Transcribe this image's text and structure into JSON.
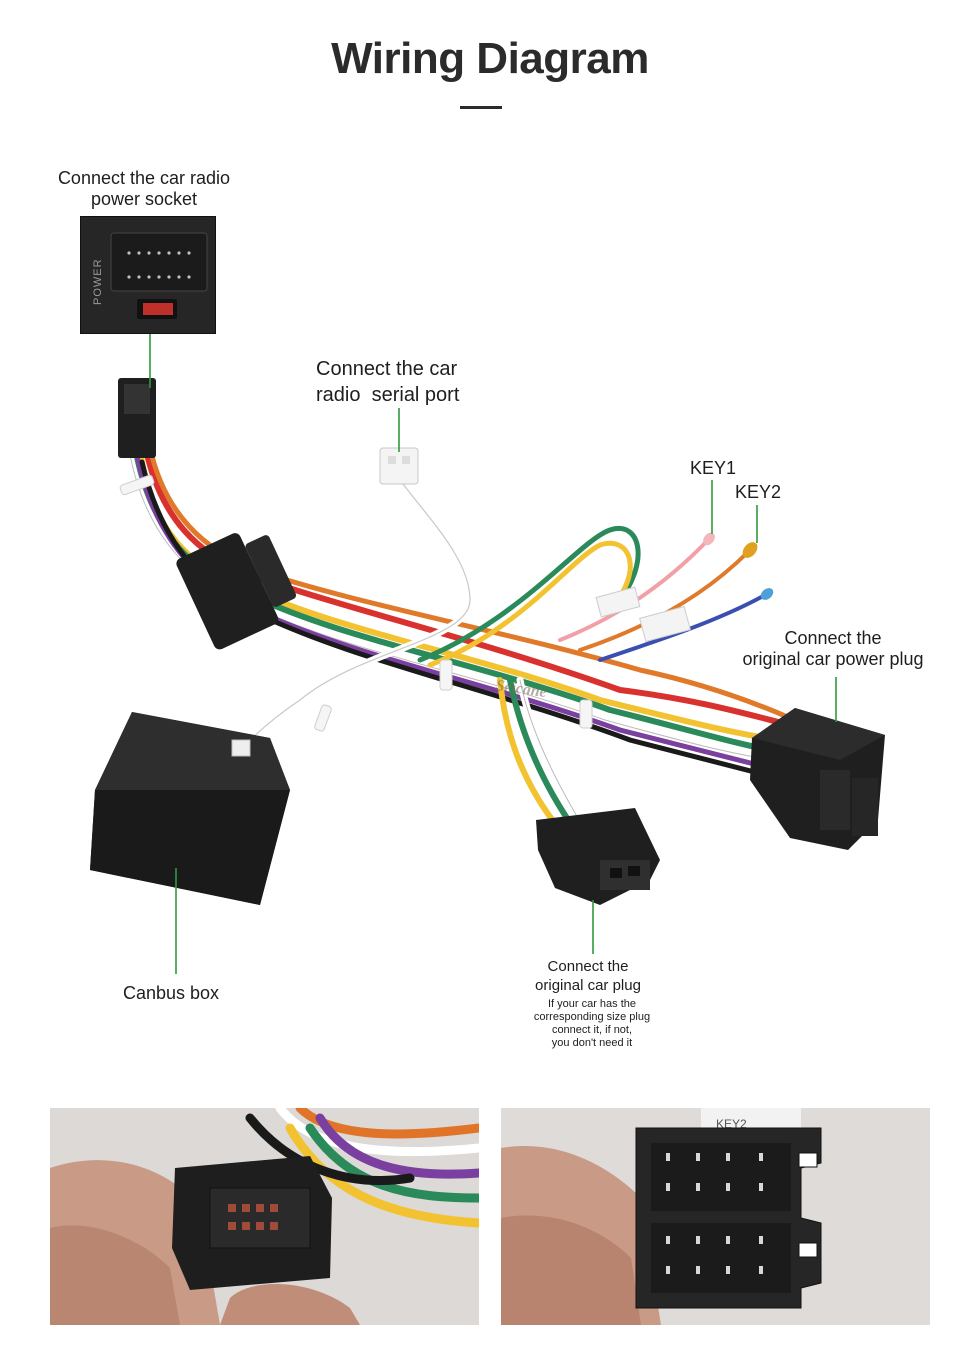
{
  "title": "Wiring Diagram",
  "labels": {
    "power_socket": [
      "Connect the car radio",
      "power socket"
    ],
    "serial_port": [
      "Connect the car",
      "radio  serial port"
    ],
    "key1": "KEY1",
    "key2": "KEY2",
    "original_power_plug": [
      "Connect the",
      "original car power plug"
    ],
    "canbus_box": "Canbus box",
    "original_plug": [
      "Connect the",
      "original car plug"
    ],
    "original_plug_note": [
      "If your car has the",
      "corresponding size plug",
      "connect it, if not,",
      "you don't need it"
    ]
  },
  "print": {
    "connector_text": "POWER",
    "watermark": "Seicane",
    "tag_text": "KEY2"
  },
  "colors": {
    "callout_line": "#2f9a3c",
    "connector_black": "#1f1f1f",
    "title": "#2b2b2b"
  }
}
